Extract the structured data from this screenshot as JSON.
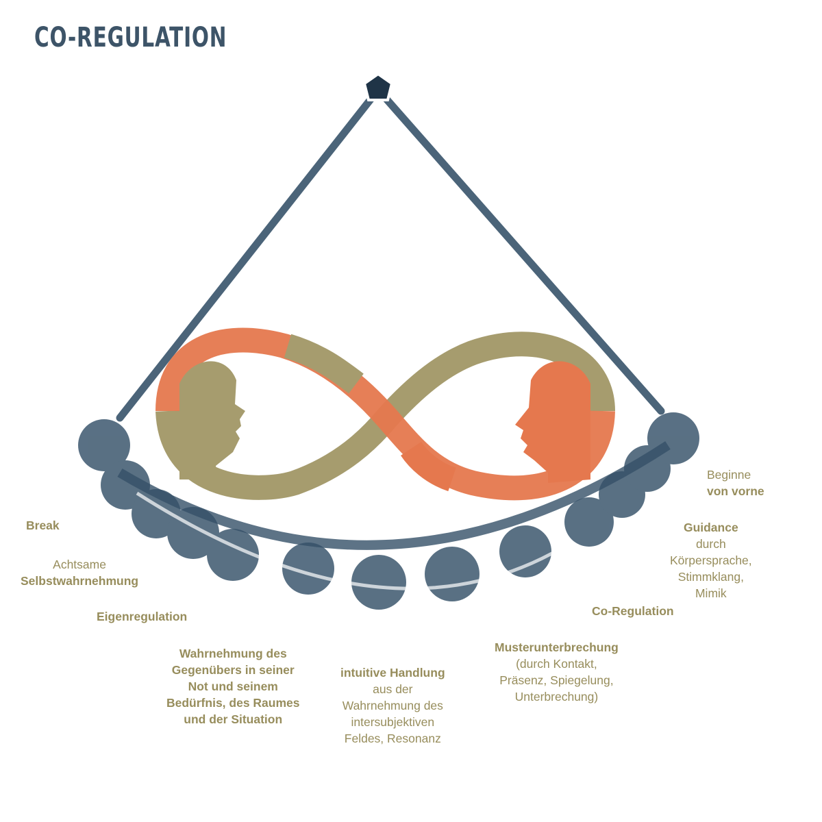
{
  "title": "CO-REGULATION",
  "colors": {
    "title": "#3d5468",
    "text": "#978d5c",
    "beads": "#4b6479",
    "orange": "#e5784e",
    "olive": "#a69c6e"
  },
  "labels": {
    "break": {
      "bold": "Break"
    },
    "achtsame": {
      "light": "Achtsame",
      "bold": "Selbstwahrnehmung"
    },
    "eigenregulation": {
      "bold": "Eigenregulation"
    },
    "wahrnehmung": {
      "lines": [
        "Wahrnehmung des",
        "Gegenübers in seiner",
        "Not und seinem",
        "Bedürfnis, des Raumes",
        "und der Situation"
      ]
    },
    "intuitive": {
      "bold": "intuitive Handlung",
      "lines": [
        "aus der",
        "Wahrnehmung des",
        "intersubjektiven",
        "Feldes, Resonanz"
      ]
    },
    "muster": {
      "bold": "Musterunterbrechung",
      "lines": [
        "(durch Kontakt,",
        "Präsenz, Spiegelung,",
        "Unterbrechung)"
      ]
    },
    "coregulation": {
      "bold": "Co-Regulation"
    },
    "guidance": {
      "bold": "Guidance",
      "lines": [
        "durch",
        "Körpersprache,",
        "Stimmklang,",
        "Mimik"
      ]
    },
    "beginne": {
      "light": "Beginne",
      "bold": "von vorne"
    }
  }
}
